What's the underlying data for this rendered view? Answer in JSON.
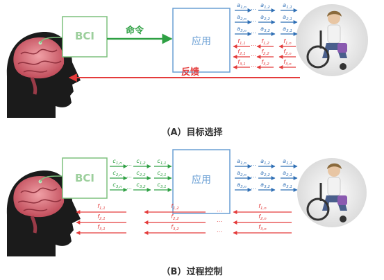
{
  "colors": {
    "bci": "#7dc07d",
    "app": "#6a9fd4",
    "command": "#2ea043",
    "feedback": "#e43b3b",
    "action": "#2f6fb5"
  },
  "panel_a": {
    "bci_label": "BCI",
    "app_label": "应用",
    "command_label": "命令",
    "feedback_label": "反馈",
    "caption": "（A）目标选择",
    "actions": [
      [
        "a",
        "1,n",
        "a",
        "1,2",
        "a",
        "1,1"
      ],
      [
        "a",
        "2,n",
        "a",
        "2,2",
        "a",
        "2,1"
      ],
      [
        "a",
        "3,n",
        "a",
        "3,2",
        "a",
        "3,1"
      ]
    ],
    "feedbacks": [
      [
        "f",
        "1,1",
        "f",
        "1,2",
        "f",
        "1,n"
      ],
      [
        "f",
        "2,1",
        "f",
        "2,2",
        "f",
        "2,n"
      ],
      [
        "f",
        "3,1",
        "f",
        "3,2",
        "f",
        "3,n"
      ]
    ]
  },
  "panel_b": {
    "bci_label": "BCI",
    "app_label": "应用",
    "caption": "（B）过程控制",
    "commands": [
      [
        "c",
        "1,n",
        "c",
        "1,2",
        "c",
        "1,1"
      ],
      [
        "c",
        "2,n",
        "c",
        "2,2",
        "c",
        "2,1"
      ],
      [
        "c",
        "3,n",
        "c",
        "3,2",
        "c",
        "3,1"
      ]
    ],
    "actions": [
      [
        "a",
        "1,n",
        "a",
        "1,2",
        "a",
        "1,1"
      ],
      [
        "a",
        "2,n",
        "a",
        "2,2",
        "a",
        "2,1"
      ],
      [
        "a",
        "3,n",
        "a",
        "3,2",
        "a",
        "3,1"
      ]
    ],
    "feedbacks": [
      [
        "f",
        "1,1",
        "f",
        "1,2",
        "f",
        "1,n"
      ],
      [
        "f",
        "2,1",
        "f",
        "2,2",
        "f",
        "2,n"
      ],
      [
        "f",
        "3,1",
        "f",
        "3,2",
        "f",
        "3,n"
      ]
    ]
  },
  "ellipsis": "…"
}
